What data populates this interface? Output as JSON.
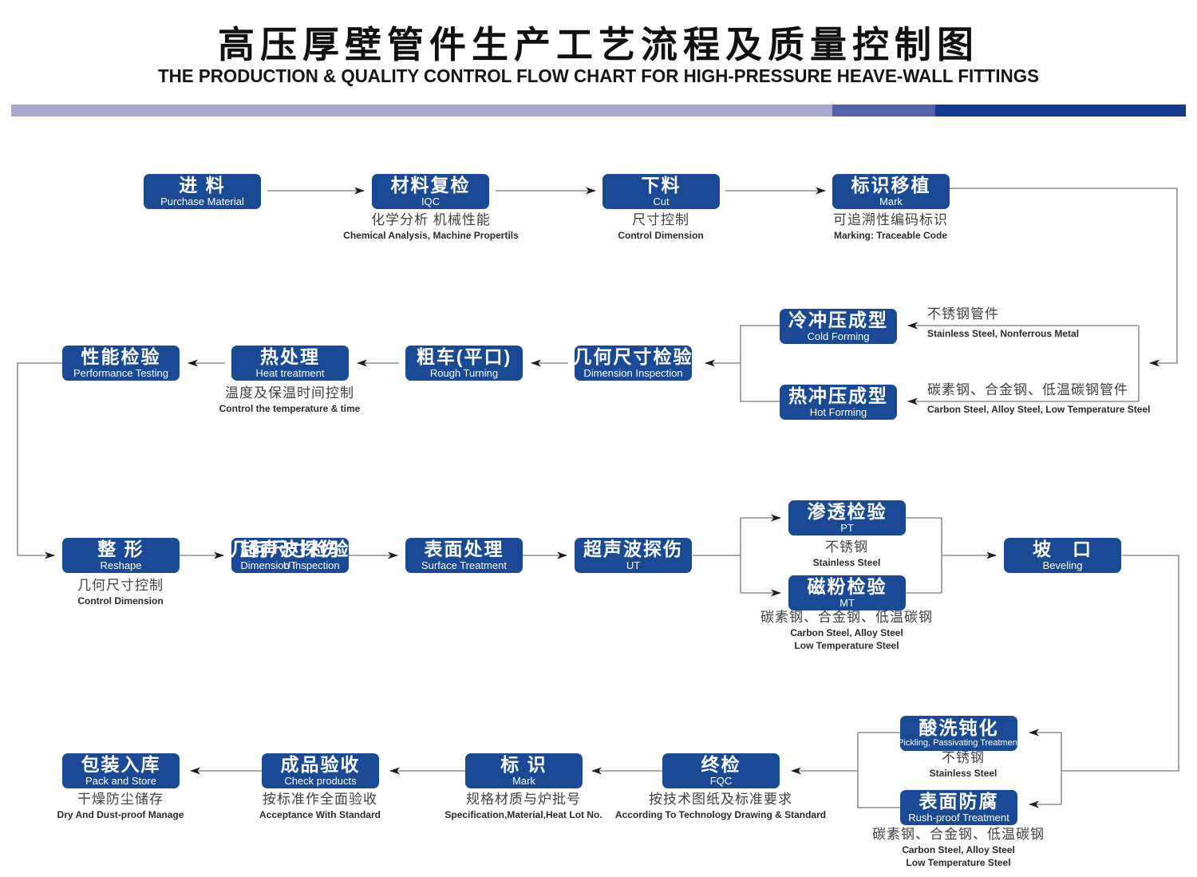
{
  "page": {
    "title_zh": "高压厚壁管件生产工艺流程及质量控制图",
    "title_en": "THE PRODUCTION & QUALITY CONTROL FLOW CHART FOR HIGH-PRESSURE HEAVE-WALL  FITTINGS"
  },
  "colors": {
    "node_bg": "#1a4a96",
    "node_text": "#ffffff",
    "line": "#8f8f8f",
    "arrow": "#1c1c1c",
    "bar_light": "#a6aad2",
    "bar_mid": "#5560aa",
    "bar_dark": "#15388f"
  },
  "nodes": {
    "purchase_material": {
      "zh": "进 料",
      "en": "Purchase Material"
    },
    "iqc": {
      "zh": "材料复检",
      "en": "IQC"
    },
    "cut": {
      "zh": "下料",
      "en": "Cut"
    },
    "mark_transfer": {
      "zh": "标识移植",
      "en": "Mark"
    },
    "cold_forming": {
      "zh": "冷冲压成型",
      "en": "Cold Forming"
    },
    "hot_forming": {
      "zh": "热冲压成型",
      "en": "Hot Forming"
    },
    "dimension_inspection_1": {
      "zh": "几何尺寸检验",
      "en": "Dimension Inspection"
    },
    "rough_turning": {
      "zh": "粗车(平口)",
      "en": "Rough Turning"
    },
    "heat_treatment": {
      "zh": "热处理",
      "en": "Heat treatment"
    },
    "performance_testing": {
      "zh": "性能检验",
      "en": "Performance Testing"
    },
    "reshape": {
      "zh": "整 形",
      "en": "Reshape"
    },
    "dimension_inspection_2": {
      "zh": "几何尺寸检验",
      "en": "Dimension Inspection",
      "overlay_zh": "超声波探伤",
      "overlay_en": "UT"
    },
    "surface_treatment": {
      "zh": "表面处理",
      "en": "Surface Treatment"
    },
    "ut": {
      "zh": "超声波探伤",
      "en": "UT"
    },
    "pt": {
      "zh": "渗透检验",
      "en": "PT"
    },
    "mt": {
      "zh": "磁粉检验",
      "en": "MT"
    },
    "beveling": {
      "zh": "坡　口",
      "en": "Beveling"
    },
    "pickling": {
      "zh": "酸洗钝化",
      "en": "Pickling, Passivating Treatment"
    },
    "rust_proof": {
      "zh": "表面防腐",
      "en": "Rush-proof Treatment"
    },
    "fqc": {
      "zh": "终检",
      "en": "FQC"
    },
    "mark_label": {
      "zh": "标 识",
      "en": "Mark"
    },
    "check_products": {
      "zh": "成品验收",
      "en": "Check products"
    },
    "pack_store": {
      "zh": "包装入库",
      "en": "Pack and Store"
    }
  },
  "notes": {
    "iqc": {
      "zh": "化学分析 机械性能",
      "en": "Chemical Analysis, Machine Propertils"
    },
    "cut": {
      "zh": "尺寸控制",
      "en": "Control Dimension"
    },
    "mark_transfer": {
      "zh": "可追溯性编码标识",
      "en": "Marking: Traceable Code"
    },
    "cold_forming": {
      "zh": "不锈钢管件",
      "en": "Stainless Steel, Nonferrous Metal"
    },
    "hot_forming": {
      "zh": "碳素钢、合金钢、低温碳钢管件",
      "en": "Carbon Steel, Alloy Steel, Low Temperature Steel"
    },
    "heat_treatment": {
      "zh": "温度及保温时间控制",
      "en": "Control the temperature & time"
    },
    "reshape": {
      "zh": "几何尺寸控制",
      "en": "Control Dimension"
    },
    "pt": {
      "zh": "不锈钢",
      "en": "Stainless Steel"
    },
    "mt": {
      "zh": "碳素钢、合金钢、低温碳钢",
      "en": "Carbon Steel, Alloy Steel",
      "en2": "Low Temperature Steel"
    },
    "pickling": {
      "zh": "不锈钢",
      "en": "Stainless Steel"
    },
    "rust_proof": {
      "zh": "碳素钢、合金钢、低温碳钢",
      "en": "Carbon Steel, Alloy Steel",
      "en2": "Low Temperature Steel"
    },
    "fqc": {
      "zh": "按技术图纸及标准要求",
      "en": "According To Technology Drawing & Standard"
    },
    "mark_label": {
      "zh": "规格材质与炉批号",
      "en": "Specification,Material,Heat Lot No."
    },
    "check_products": {
      "zh": "按标准作全面验收",
      "en": "Acceptance With Standard"
    },
    "pack_store": {
      "zh": "干燥防尘储存",
      "en": "Dry And Dust-proof Manage"
    }
  }
}
